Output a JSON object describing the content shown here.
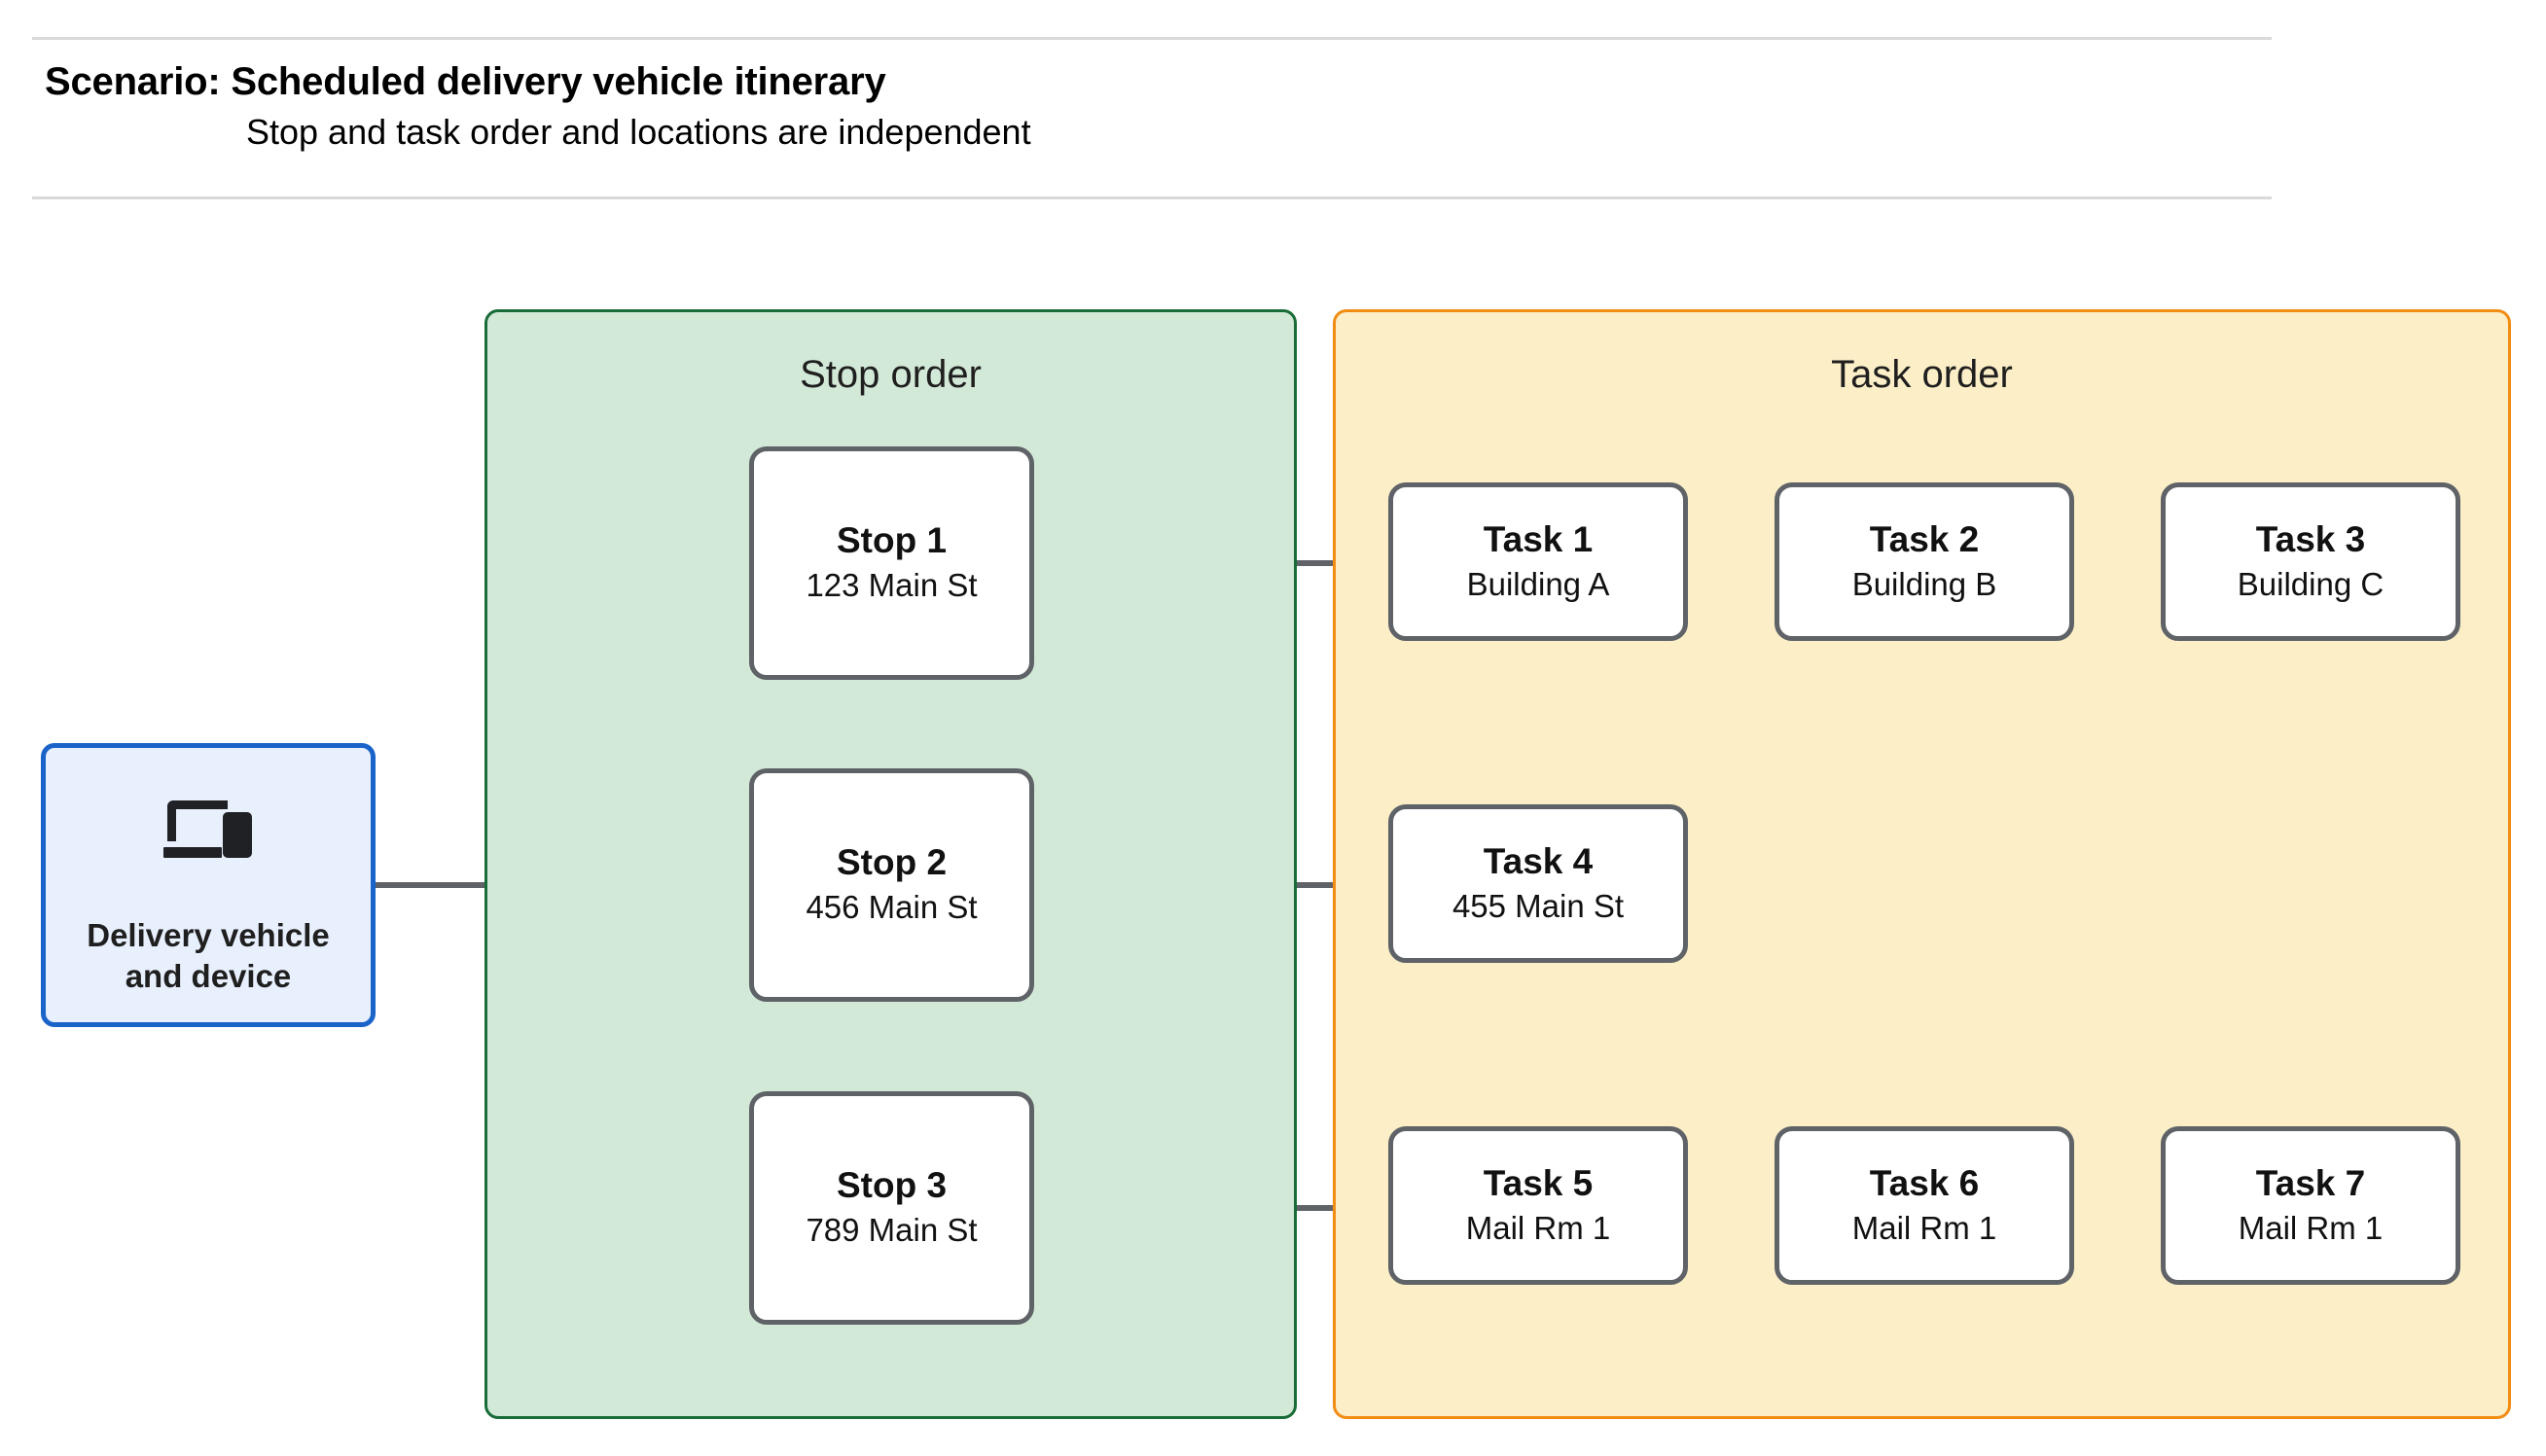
{
  "header": {
    "title": "Scenario: Scheduled delivery vehicle itinerary",
    "subtitle": "Stop and task order and locations are independent"
  },
  "vehicle": {
    "icon": "devices-icon",
    "label": "Delivery vehicle\nand device"
  },
  "groups": {
    "stop_order": {
      "title": "Stop order",
      "fill": "#D3E9D7",
      "border": "#186C37"
    },
    "task_order": {
      "title": "Task order",
      "fill": "#FCEFC7",
      "border": "#F28C13"
    }
  },
  "stops": [
    {
      "title": "Stop 1",
      "location": "123 Main St"
    },
    {
      "title": "Stop 2",
      "location": "456 Main St"
    },
    {
      "title": "Stop 3",
      "location": "789 Main St"
    }
  ],
  "tasks": [
    {
      "title": "Task 1",
      "location": "Building A"
    },
    {
      "title": "Task 2",
      "location": "Building B"
    },
    {
      "title": "Task 3",
      "location": "Building C"
    },
    {
      "title": "Task 4",
      "location": "455 Main St"
    },
    {
      "title": "Task 5",
      "location": "Mail Rm 1"
    },
    {
      "title": "Task 6",
      "location": "Mail Rm 1"
    },
    {
      "title": "Task 7",
      "location": "Mail Rm 1"
    }
  ],
  "colors": {
    "connector": "#5F6368",
    "node_border": "#5F6368",
    "vehicle_border": "#1A63C8",
    "vehicle_fill": "#E8F0FE",
    "divider": "#D9D9D9"
  }
}
